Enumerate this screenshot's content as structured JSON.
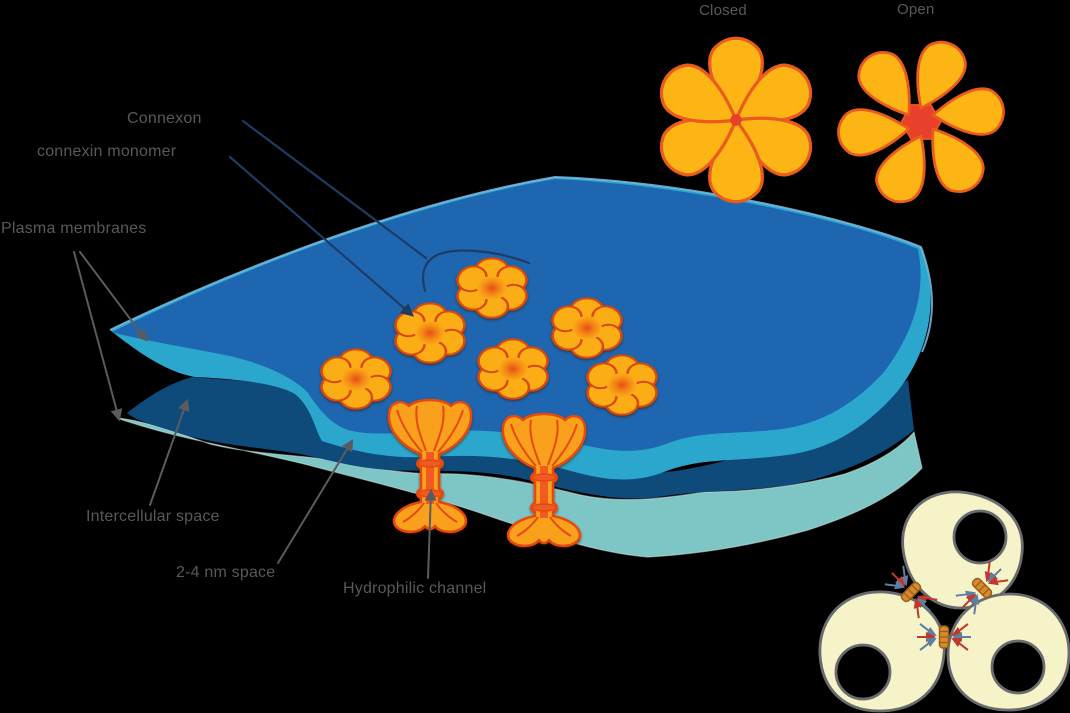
{
  "labels": {
    "connexon": "Connexon",
    "connexin_monomer": "connexin monomer",
    "plasma_membranes": "Plasma membranes",
    "intercellular_space": "Intercellular space",
    "nm_space": "2-4 nm space",
    "hydrophilic_channel": "Hydrophilic channel",
    "closed": "Closed",
    "open": "Open"
  },
  "diagram": {
    "connexon_states": [
      "Closed",
      "Open"
    ],
    "surface_connexon_count": 6,
    "hydrophilic_channel_count": 2,
    "cell_count": 3
  },
  "colors": {
    "background": "#000000",
    "membrane_top_surface": "#1E66B0",
    "membrane_top_edge": "#2BA7CE",
    "membrane_lower_surface": "#0E4B7B",
    "membrane_lower_edge": "#7EC5C6",
    "top_edge_highlight": "#7FBCE4",
    "flower_petal": "#FBAD17",
    "flower_center": "#E84E12",
    "flower_mid": "#F58A17",
    "flower_outline": "#D9480F",
    "big_flower_petal": "#FDB415",
    "big_flower_outline": "#EA5B1E",
    "pore_red": "#E8402A",
    "channel_fill": "#F9A11B",
    "channel_outline": "#E64A0E",
    "channel_core": "#F15A22",
    "cell_fill": "#F6F3C9",
    "cell_outline": "#6A6B6E",
    "junction_bar": "#D68A2D",
    "junction_stripe": "#9A5E17",
    "arrow_red": "#C0392B",
    "arrow_blue": "#5D7FA3",
    "label_text": "#58595B",
    "leader_gray": "#5A5B5E",
    "leader_navy": "#1E3C64"
  }
}
